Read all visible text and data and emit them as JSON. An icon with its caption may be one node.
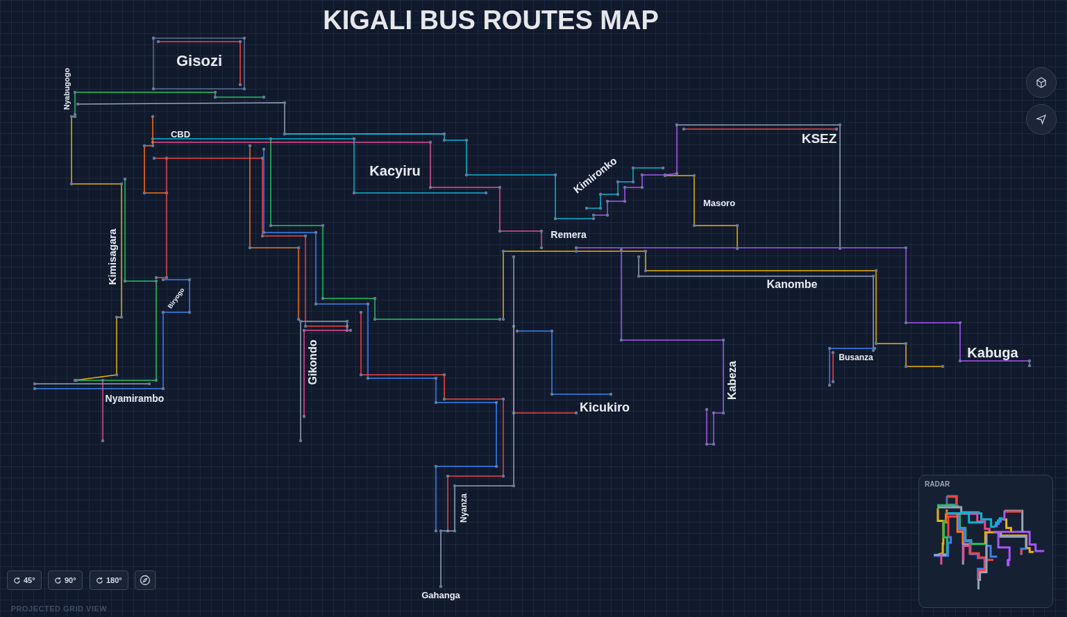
{
  "diagram": {
    "title": "KIGALI BUS ROUTES MAP",
    "labels": [
      "Gisozi",
      "Nyabugogo",
      "CBD",
      "KSEZ",
      "Kacyiru",
      "Kimironko",
      "Masoro",
      "Remera",
      "Kimisagara",
      "Kanombe",
      "Biryogo",
      "Kabuga",
      "Busanza",
      "Gikondo",
      "Kabeza",
      "Nyamirambo",
      "Kicukiro",
      "Nyanza",
      "RADAR",
      "45°",
      "90°",
      "180°",
      "Gahanga",
      "PROJECTED GRID VIEW"
    ]
  }
}
